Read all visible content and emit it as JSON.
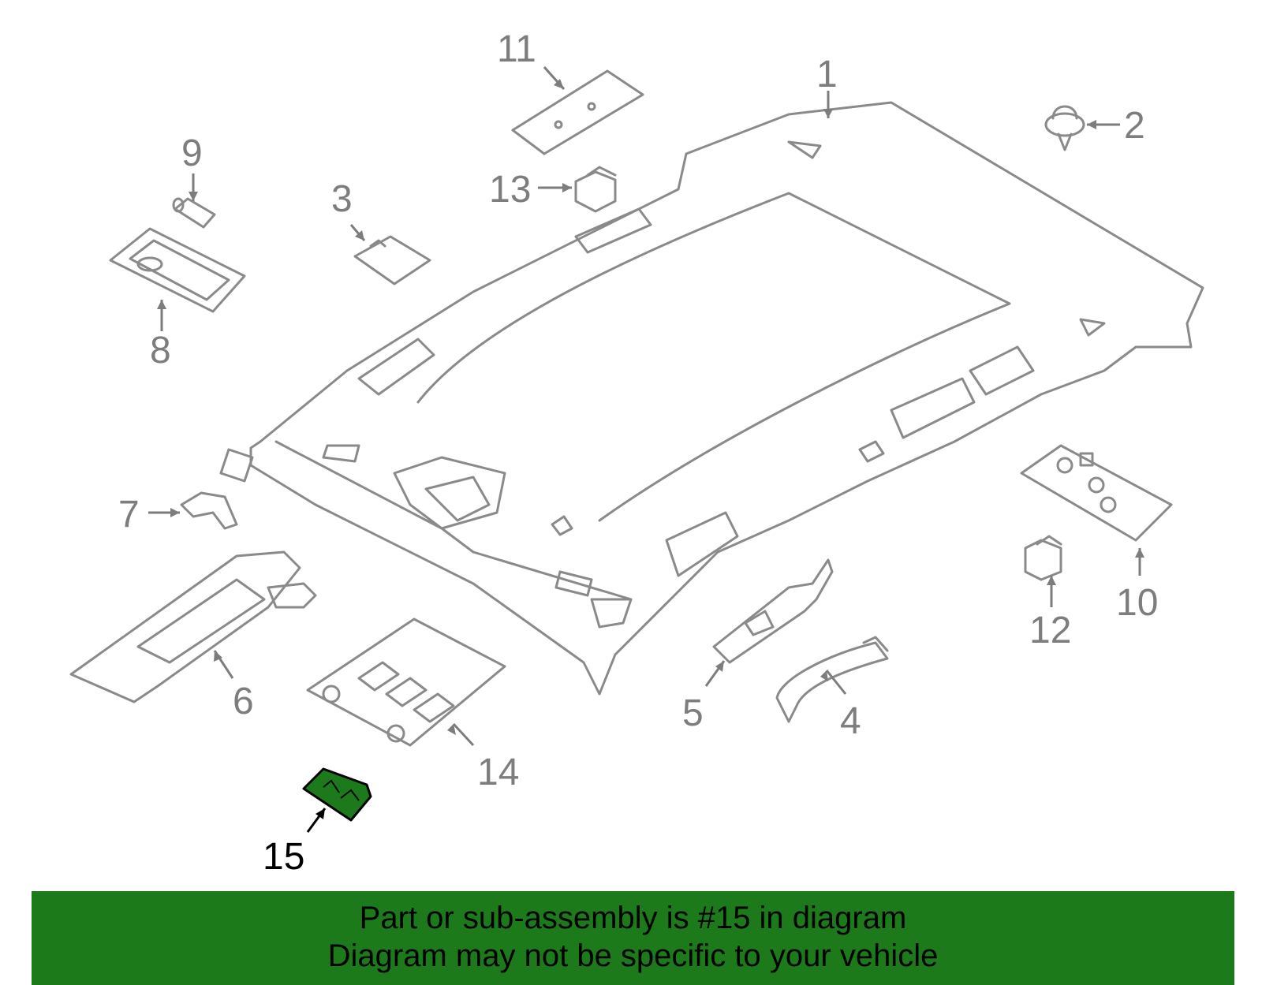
{
  "callouts": [
    {
      "id": "1",
      "label": "1"
    },
    {
      "id": "2",
      "label": "2"
    },
    {
      "id": "3",
      "label": "3"
    },
    {
      "id": "4",
      "label": "4"
    },
    {
      "id": "5",
      "label": "5"
    },
    {
      "id": "6",
      "label": "6"
    },
    {
      "id": "7",
      "label": "7"
    },
    {
      "id": "8",
      "label": "8"
    },
    {
      "id": "9",
      "label": "9"
    },
    {
      "id": "10",
      "label": "10"
    },
    {
      "id": "11",
      "label": "11"
    },
    {
      "id": "12",
      "label": "12"
    },
    {
      "id": "13",
      "label": "13"
    },
    {
      "id": "14",
      "label": "14"
    },
    {
      "id": "15",
      "label": "15"
    }
  ],
  "highlighted_part": "15",
  "banner": {
    "line1": "Part or sub-assembly is #15 in diagram",
    "line2": "Diagram may not be specific to your vehicle"
  },
  "colors": {
    "banner_bg": "#1d7a1a",
    "highlight_fill": "#1d7a1a",
    "part_stroke": "#8a8a8a",
    "callout_text": "#7d7d7d"
  }
}
